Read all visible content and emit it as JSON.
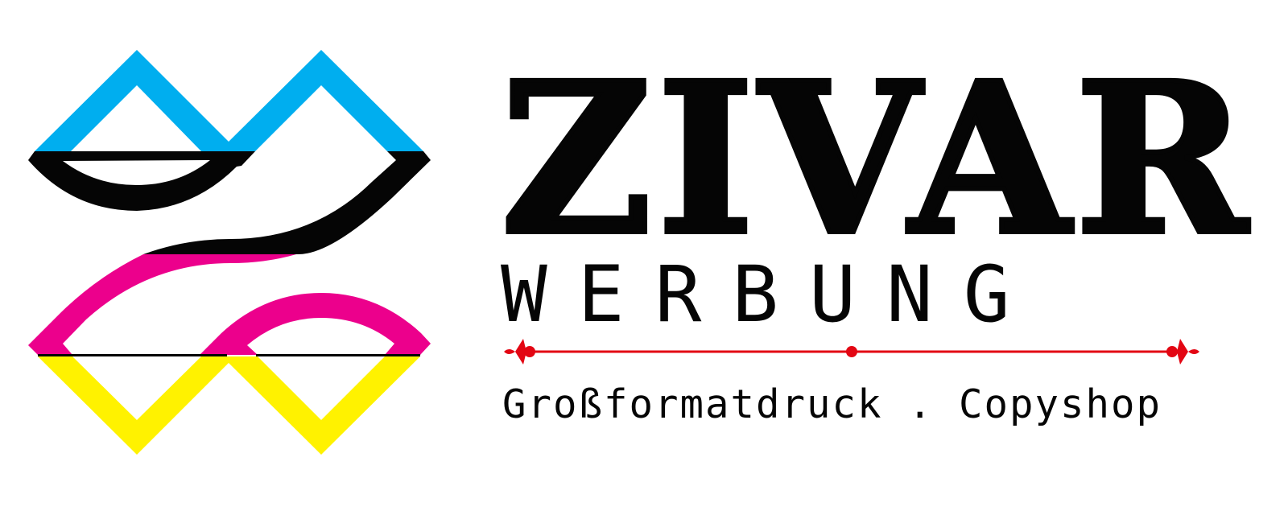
{
  "brand": {
    "name": "ZIVAR",
    "subtitle": "WERBUNG",
    "tagline": "Großformatdruck . Copyshop"
  },
  "colors": {
    "cyan": "#00aeef",
    "magenta": "#ec008c",
    "yellow": "#fff200",
    "black": "#050505",
    "accent_red": "#e30613"
  },
  "icons": {
    "logo_mark": "cmyk-ribbon-logo",
    "ornament": "red-divider-line"
  }
}
